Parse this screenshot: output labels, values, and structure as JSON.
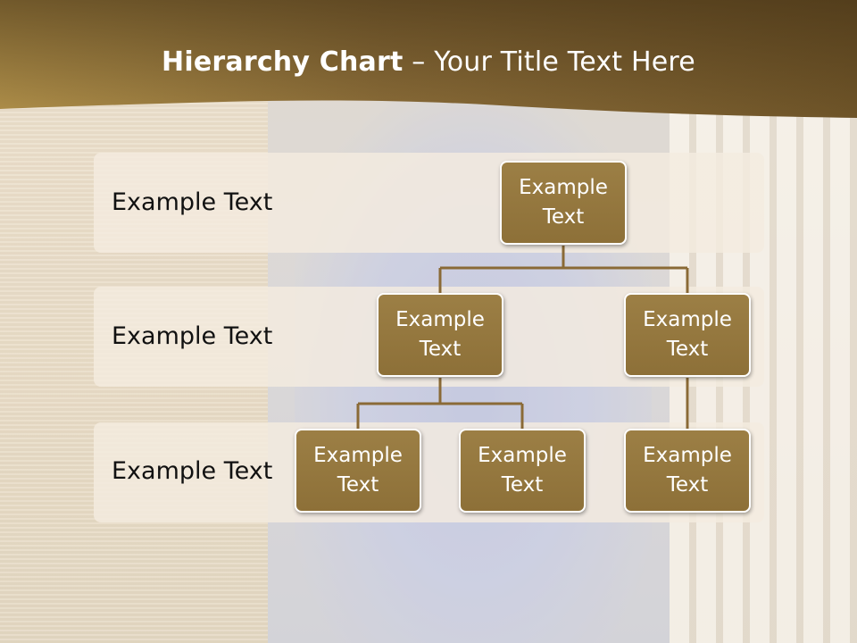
{
  "title": {
    "bold": "Hierarchy Chart",
    "rest": " – Your Title Text Here"
  },
  "levels": [
    {
      "label": "Example Text"
    },
    {
      "label": "Example Text"
    },
    {
      "label": "Example Text"
    }
  ],
  "nodes": {
    "root": "Example Text",
    "l2_left": "Example Text",
    "l2_right": "Example Text",
    "l3_a": "Example Text",
    "l3_b": "Example Text",
    "l3_c": "Example Text"
  },
  "colors": {
    "header_dark": "#5c4523",
    "header_light": "#a9883f",
    "node_fill": "#957843",
    "connector": "#8a6a36",
    "band_fill": "#f4ecdf"
  }
}
